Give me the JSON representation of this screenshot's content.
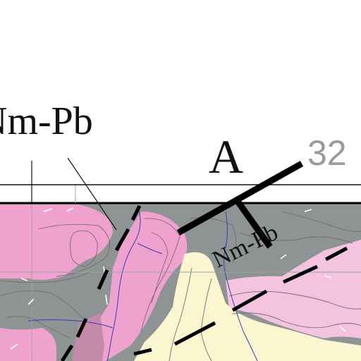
{
  "labels": {
    "unit_top": "Nm-Pb",
    "section_letter": "A",
    "grid_number": "32",
    "unit_rotated": "Nm-Pb"
  },
  "colors": {
    "background": "#ffffff",
    "gray_unit": "#8e9394",
    "pink_unit": "#f0a2cf",
    "light_pink_unit": "#f3c3df",
    "cream_unit": "#fbf6cf",
    "mauve_unit": "#c48aaa",
    "contour_line": "#7b6a70",
    "river": "#3a3ab4",
    "section_line": "#000000",
    "grid_number": "#9a9a9a"
  }
}
